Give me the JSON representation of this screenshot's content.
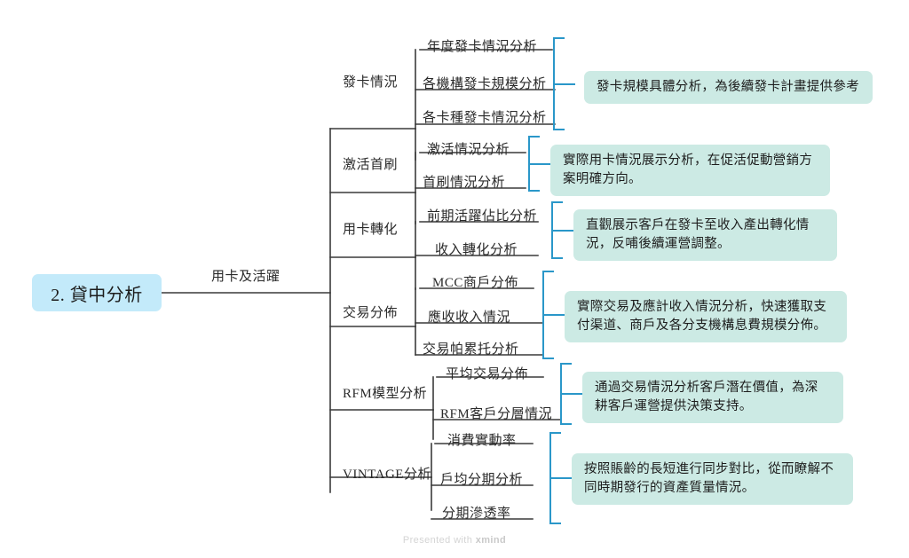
{
  "root": {
    "label": "2. 貸中分析",
    "color": "#c3eafa"
  },
  "trunk": {
    "label": "用卡及活躍"
  },
  "theme": {
    "line_color": "#3a3a3a",
    "bracket_color": "#2a97c9",
    "callout_bg": "#cceae4",
    "root_bg": "#c3eafa"
  },
  "branches": [
    {
      "label": "發卡情況",
      "leaves": [
        "年度發卡情況分析",
        "各機構發卡規模分析",
        "各卡種發卡情況分析"
      ],
      "callout": "發卡規模具體分析，為後續發卡計畫提供參考"
    },
    {
      "label": "激活首刷",
      "leaves": [
        "激活情況分析",
        "首刷情況分析"
      ],
      "callout": "實際用卡情況展示分析，在促活促動營銷方案明確方向。"
    },
    {
      "label": "用卡轉化",
      "leaves": [
        "前期活躍佔比分析",
        "收入轉化分析"
      ],
      "callout": "直觀展示客戶在發卡至收入產出轉化情況，反哺後續運營調整。"
    },
    {
      "label": "交易分佈",
      "leaves": [
        "MCC商戶分佈",
        "應收收入情況",
        "交易帕累托分析"
      ],
      "callout": "實際交易及應計收入情況分析，快速獲取支付渠道、商戶及各分支機構息費規模分佈。"
    },
    {
      "label": "RFM模型分析",
      "leaves": [
        "平均交易分佈",
        "RFM客戶分層情況"
      ],
      "callout": "通過交易情況分析客戶潛在價值，為深耕客戶運營提供決策支持。"
    },
    {
      "label": "VINTAGE分析",
      "leaves": [
        "消費實動率",
        "戶均分期分析",
        "分期滲透率"
      ],
      "callout": "按照賬齡的長短進行同步對比，從而瞭解不同時期發行的資產質量情況。"
    }
  ],
  "footer": {
    "prefix": "Presented with ",
    "brand": "xmind"
  }
}
